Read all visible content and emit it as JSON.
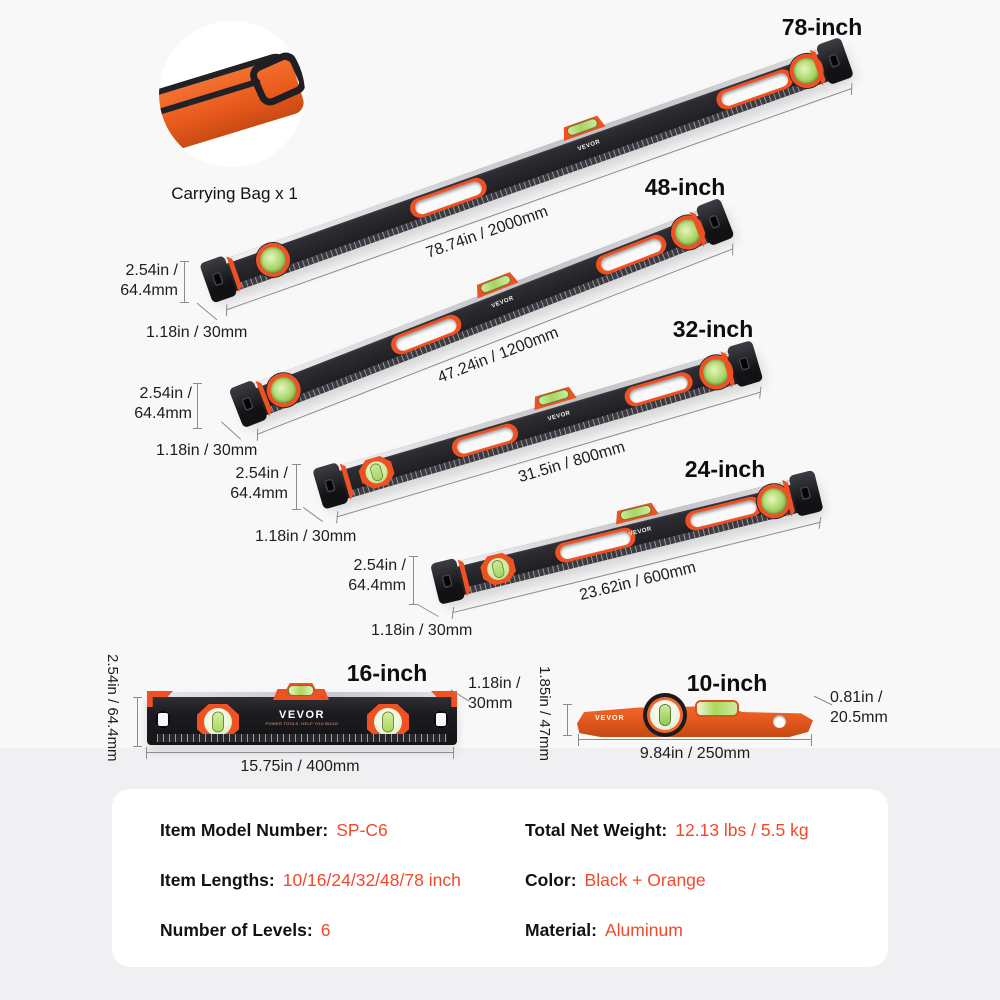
{
  "brand": "VEVOR",
  "accent_color": "#f05123",
  "value_color": "#f3482a",
  "carrying_bag": {
    "label": "Carrying Bag x 1"
  },
  "levels": [
    {
      "title": "78-inch",
      "length": "78.74in / 2000mm",
      "height1": "2.54in /",
      "height2": "64.4mm",
      "width": "1.18in / 30mm"
    },
    {
      "title": "48-inch",
      "length": "47.24in / 1200mm",
      "height1": "2.54in /",
      "height2": "64.4mm",
      "width": "1.18in / 30mm"
    },
    {
      "title": "32-inch",
      "length": "31.5in / 800mm",
      "height1": "2.54in /",
      "height2": "64.4mm",
      "width": "1.18in / 30mm"
    },
    {
      "title": "24-inch",
      "length": "23.62in / 600mm",
      "height1": "2.54in /",
      "height2": "64.4mm",
      "width": "1.18in / 30mm"
    },
    {
      "title": "16-inch",
      "length": "15.75in / 400mm",
      "height_vertical": "2.54in / 64.4mm",
      "width1": "1.18in /",
      "width2": "30mm"
    },
    {
      "title": "10-inch",
      "length": "9.84in / 250mm",
      "height_vertical": "1.85in / 47mm",
      "width1": "0.81in /",
      "width2": "20.5mm"
    }
  ],
  "specs": [
    {
      "label": "Item Model Number:",
      "value": "SP-C6"
    },
    {
      "label": "Item Lengths:",
      "value": "10/16/24/32/48/78 inch"
    },
    {
      "label": "Number of Levels:",
      "value": "6"
    },
    {
      "label": "Total Net Weight:",
      "value": "12.13 lbs / 5.5 kg"
    },
    {
      "label": "Color:",
      "value": "Black + Orange"
    },
    {
      "label": "Material:",
      "value": "Aluminum"
    }
  ]
}
